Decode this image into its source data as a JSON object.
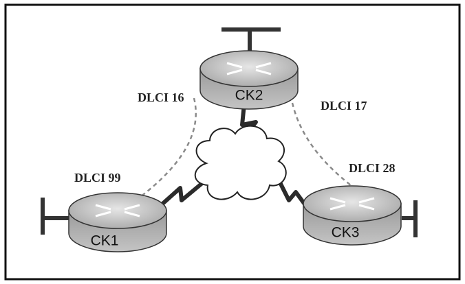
{
  "routers": {
    "ck1": {
      "label": "CK1"
    },
    "ck2": {
      "label": "CK2"
    },
    "ck3": {
      "label": "CK3"
    }
  },
  "dlci": {
    "ck2_left": "DLCI 16",
    "ck2_right": "DLCI 17",
    "ck1": "DLCI 99",
    "ck3": "DLCI 28"
  },
  "colors": {
    "frame": "#111111",
    "router_body": "#b5b5b5",
    "router_top": "#cfcfcf",
    "serial_link": "#2b2b2b",
    "pvc_dashed": "#8a8a8a",
    "cloud_fill": "#ffffff"
  }
}
